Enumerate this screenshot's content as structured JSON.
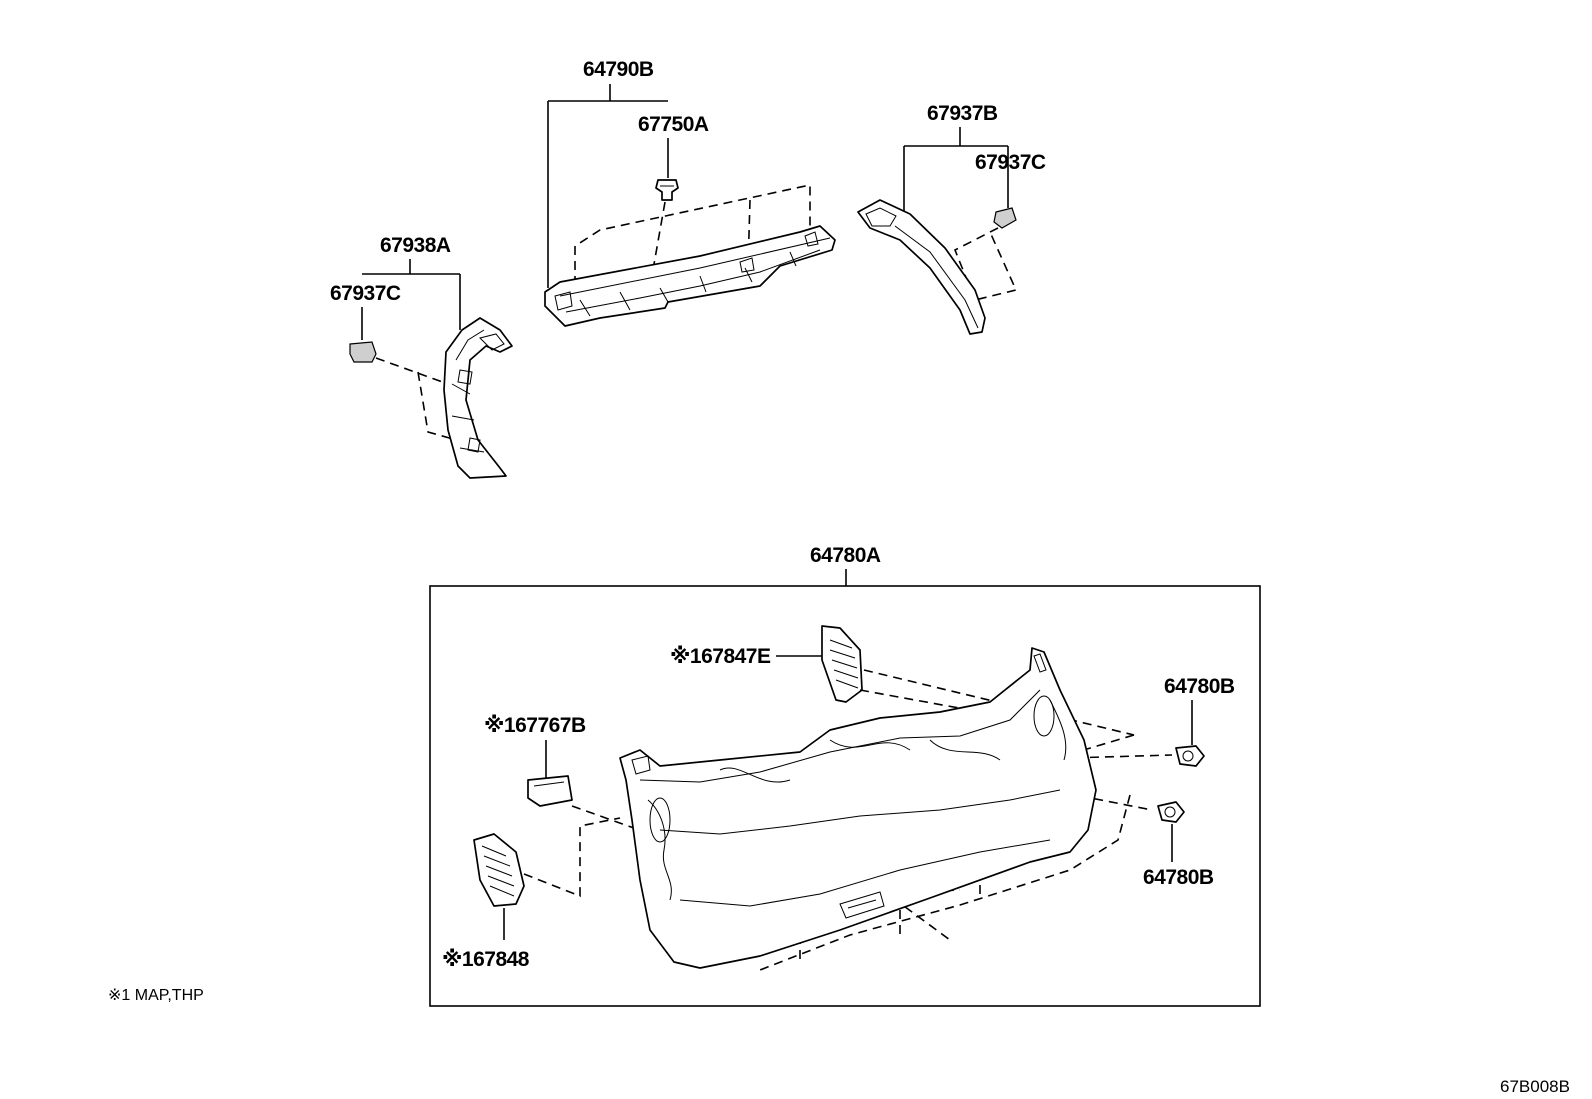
{
  "labels": {
    "p64790B": "64790B",
    "p67750A": "67750A",
    "p67937B": "67937B",
    "p67937C_right": "67937C",
    "p67938A": "67938A",
    "p67937C_left": "67937C",
    "p64780A": "64780A",
    "p67847E": "※167847E",
    "p67767B": "※167767B",
    "p64780B_top": "64780B",
    "p64780B_bottom": "64780B",
    "p67848": "※167848"
  },
  "footnote": "※1 MAP,THP",
  "diagram_code": "67B008B"
}
